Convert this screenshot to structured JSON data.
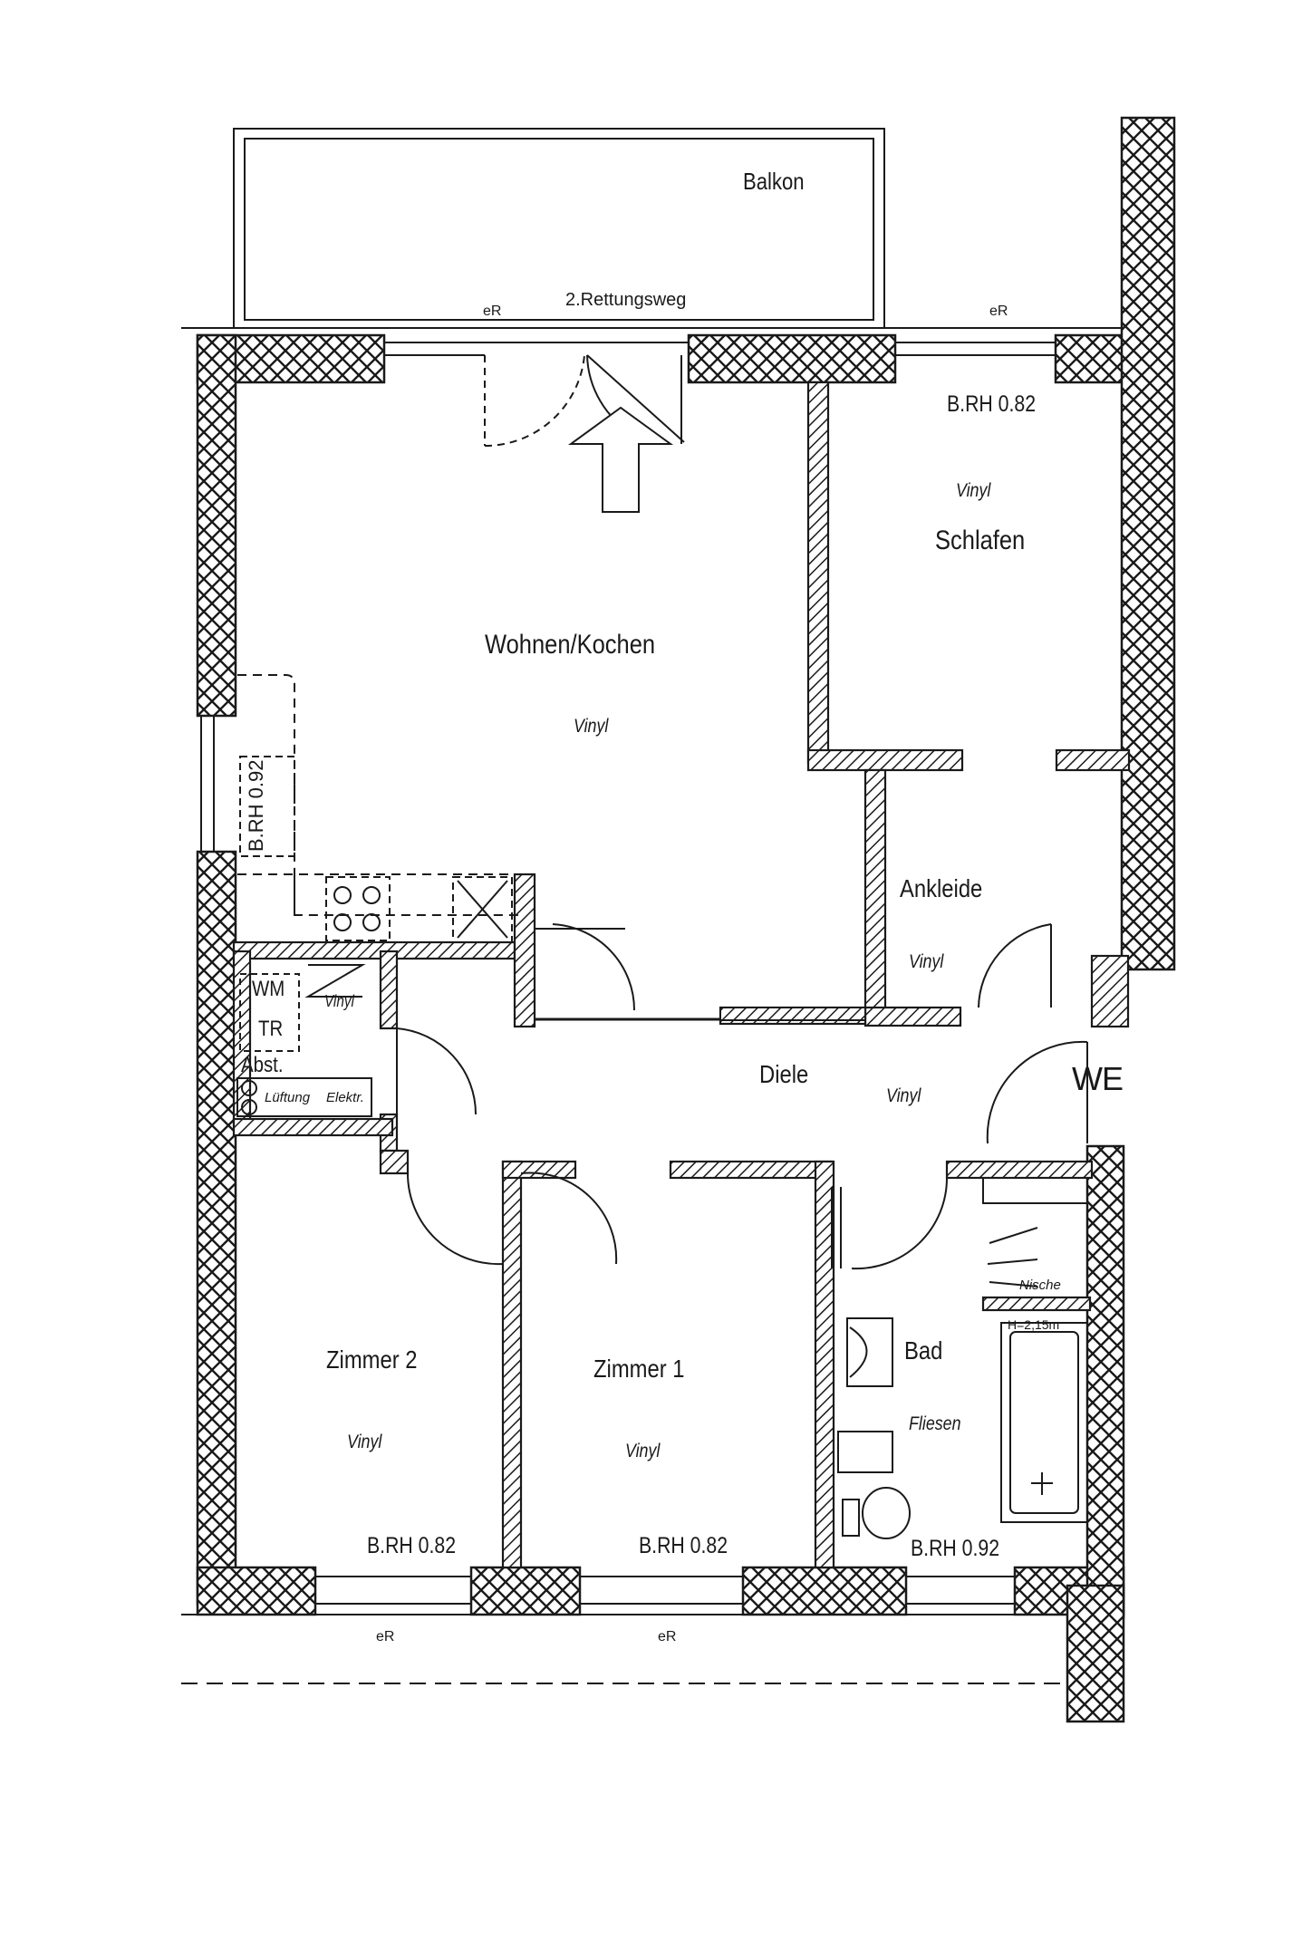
{
  "rooms": {
    "balkon": "Balkon",
    "rettungsweg": "2.Rettungsweg",
    "wohnen": "Wohnen/Kochen",
    "schlafen": "Schlafen",
    "ankleide": "Ankleide",
    "diele": "Diele",
    "zimmer2": "Zimmer 2",
    "zimmer1": "Zimmer 1",
    "bad": "Bad",
    "abst": "Abst.",
    "nische": "Nische"
  },
  "floors": {
    "vinyl": "Vinyl",
    "fliesen": "Fliesen"
  },
  "windows": {
    "schlafen": "B.RH 0.82",
    "zimmer2": "B.RH 0.82",
    "zimmer1": "B.RH 0.82",
    "bad": "B.RH 0.92",
    "kueche": "B.RH 0.92"
  },
  "marks": {
    "er": "eR",
    "we": "WE",
    "wm": "WM",
    "tr": "TR",
    "lueftung": "Lüftung",
    "elektr": "Elektr.",
    "hoehe": "H=2,15m"
  },
  "colors": {
    "line": "#1a1a1a",
    "background": "#ffffff"
  }
}
